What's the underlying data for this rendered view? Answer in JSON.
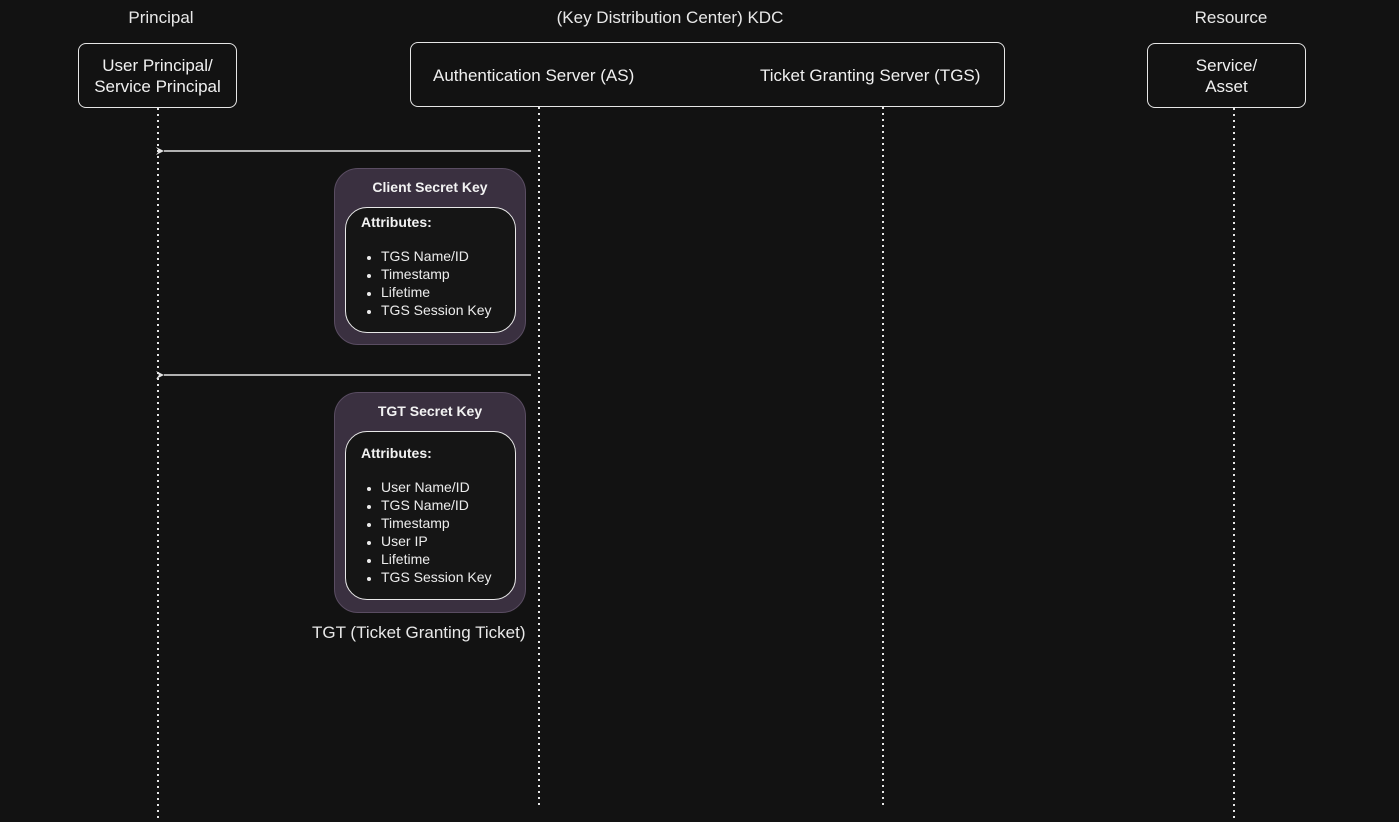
{
  "columns": {
    "principal_label": "Principal",
    "kdc_label": "(Key Distribution Center) KDC",
    "resource_label": "Resource"
  },
  "actors": {
    "principal": {
      "line1": "User Principal/",
      "line2": "Service Principal"
    },
    "authentication_server": "Authentication Server (AS)",
    "ticket_granting_server": "Ticket Granting Server (TGS)",
    "resource": {
      "line1": "Service/",
      "line2": "Asset"
    }
  },
  "messages": [
    {
      "from": "Authentication Server (AS)",
      "to": "User Principal/ Service Principal",
      "envelope": {
        "title": "Client Secret Key",
        "attributes_heading": "Attributes:",
        "attributes": [
          "TGS Name/ID",
          "Timestamp",
          "Lifetime",
          "TGS Session Key"
        ]
      }
    },
    {
      "from": "Authentication Server (AS)",
      "to": "User Principal/ Service Principal",
      "envelope": {
        "title": "TGT Secret Key",
        "attributes_heading": "Attributes:",
        "attributes": [
          "User Name/ID",
          "TGS Name/ID",
          "Timestamp",
          "User IP",
          "Lifetime",
          "TGS Session Key"
        ],
        "caption": "TGT (Ticket Granting Ticket)"
      }
    }
  ],
  "colors": {
    "background": "#121212",
    "line": "#e6e6e6",
    "envelope_fill": "#3a3040"
  }
}
